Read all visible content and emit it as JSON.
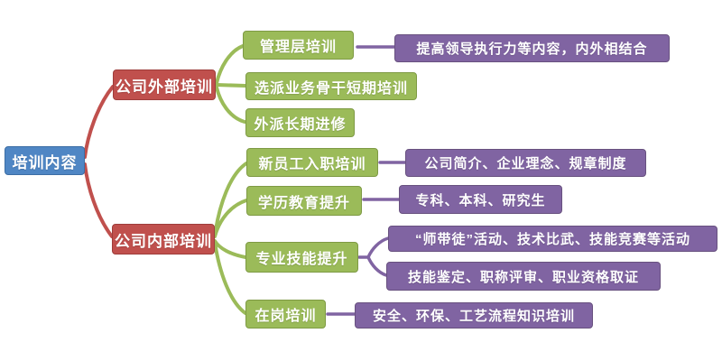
{
  "diagram_title": "培训内容",
  "colors": {
    "blue": "#4f86c4",
    "blue-border": "#3c6ea5",
    "red": "#c0504d",
    "red-border": "#9e3d3b",
    "green": "#9bbb59",
    "green-border": "#7e9a44",
    "purple": "#8064a2",
    "purple-border": "#68517f",
    "bg": "#ffffff"
  },
  "nodes": {
    "root": {
      "label": "培训内容",
      "level": "root"
    },
    "external": {
      "label": "公司外部培训",
      "level": "branch"
    },
    "internal": {
      "label": "公司内部培训",
      "level": "branch"
    },
    "mgmt": {
      "label": "管理层培训",
      "level": "topic"
    },
    "backbone": {
      "label": "选派业务骨干短期培训",
      "level": "topic"
    },
    "longterm": {
      "label": "外派长期进修",
      "level": "topic"
    },
    "newhire": {
      "label": "新员工入职培训",
      "level": "topic"
    },
    "education": {
      "label": "学历教育提升",
      "level": "topic"
    },
    "skills": {
      "label": "专业技能提升",
      "level": "topic"
    },
    "onjob": {
      "label": "在岗培训",
      "level": "topic"
    },
    "mgmt_detail": {
      "label": "提高领导执行力等内容，内外相结合",
      "level": "detail"
    },
    "newhire_detail": {
      "label": "公司简介、企业理念、规章制度",
      "level": "detail"
    },
    "education_detail": {
      "label": "专科、本科、研究生",
      "level": "detail"
    },
    "skills_detail1": {
      "label": "“师带徒”活动、技术比武、技能竞赛等活动",
      "level": "detail"
    },
    "skills_detail2": {
      "label": "技能鉴定、职称评审、职业资格取证",
      "level": "detail"
    },
    "onjob_detail": {
      "label": "安全、环保、工艺流程知识培训",
      "level": "detail"
    }
  },
  "structure": {
    "root": "培训内容",
    "branches": [
      {
        "label": "公司外部培训",
        "children": [
          {
            "label": "管理层培训",
            "details": [
              "提高领导执行力等内容，内外相结合"
            ]
          },
          {
            "label": "选派业务骨干短期培训",
            "details": []
          },
          {
            "label": "外派长期进修",
            "details": []
          }
        ]
      },
      {
        "label": "公司内部培训",
        "children": [
          {
            "label": "新员工入职培训",
            "details": [
              "公司简介、企业理念、规章制度"
            ]
          },
          {
            "label": "学历教育提升",
            "details": [
              "专科、本科、研究生"
            ]
          },
          {
            "label": "专业技能提升",
            "details": [
              "“师带徒”活动、技术比武、技能竞赛等活动",
              "技能鉴定、职称评审、职业资格取证"
            ]
          },
          {
            "label": "在岗培训",
            "details": [
              "安全、环保、工艺流程知识培训"
            ]
          }
        ]
      }
    ]
  }
}
